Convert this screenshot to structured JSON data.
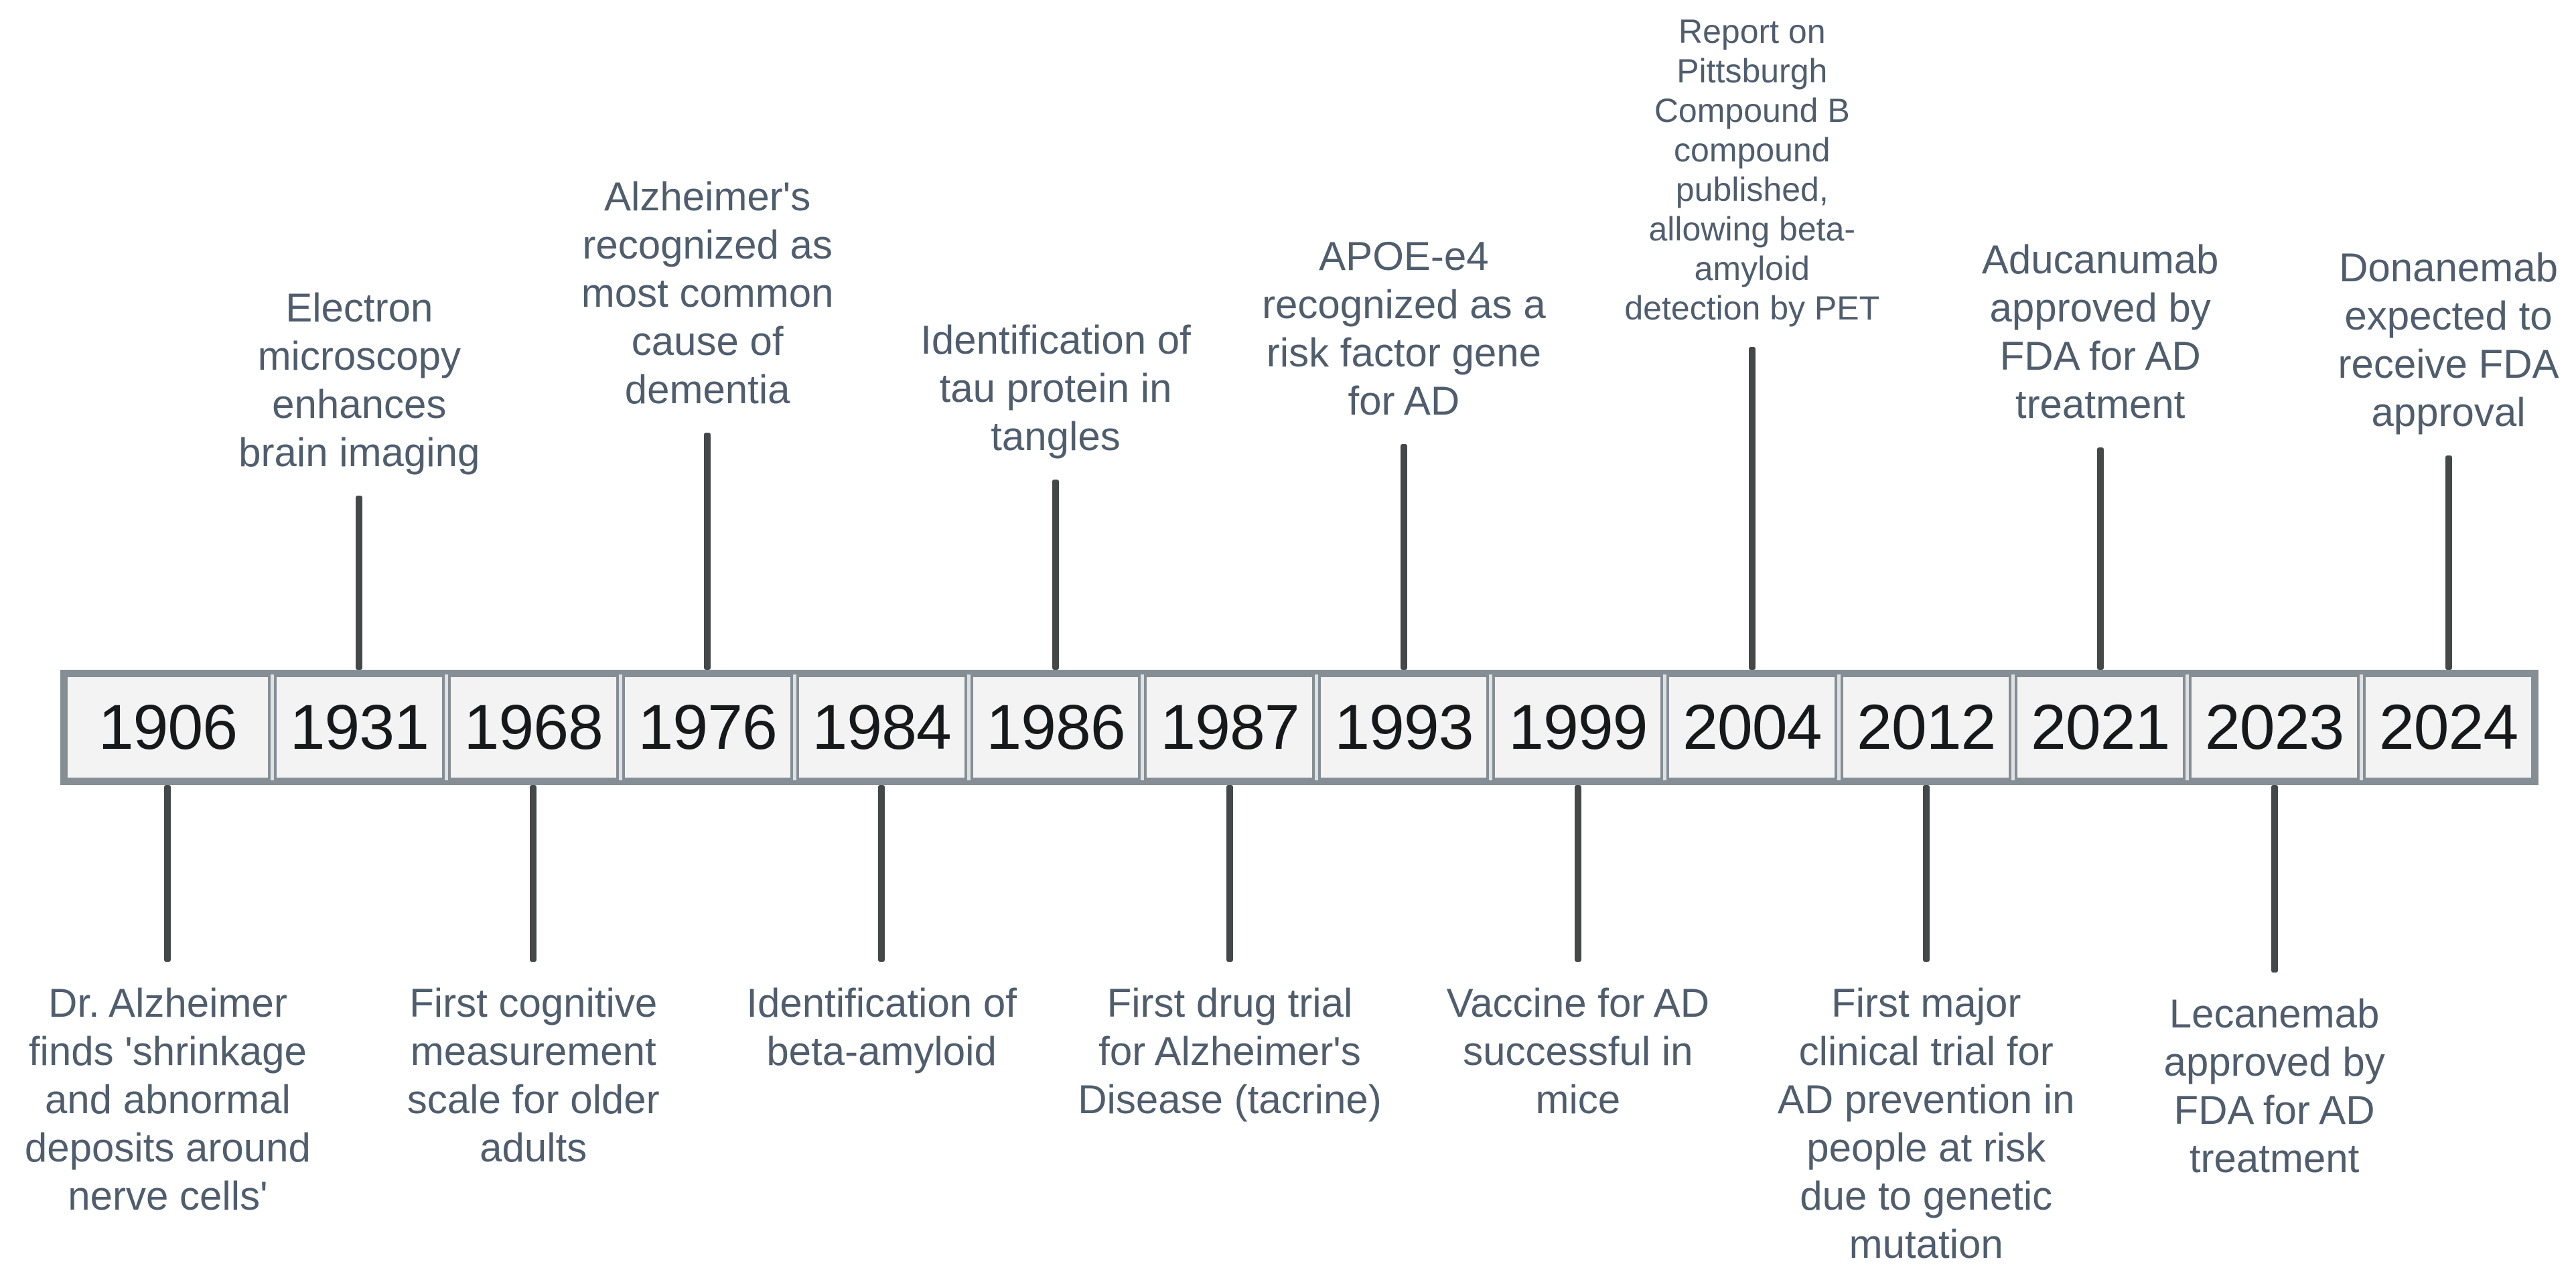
{
  "diagram": {
    "type": "timeline",
    "subject": "Alzheimer's disease research milestones",
    "colors": {
      "background": "#ffffff",
      "label_text": "#4f5d6d",
      "year_text": "#17181a",
      "box_fill": "#f3f3f4",
      "box_border": "#868e95",
      "connector_line": "#454849"
    },
    "events": [
      {
        "year": "1906",
        "side": "below",
        "label": "Dr. Alzheimer finds 'shrinkage and abnormal deposits around nerve cells'",
        "lines": [
          "Dr. Alzheimer",
          "finds 'shrinkage",
          "and abnormal",
          "deposits around",
          "nerve cells'"
        ]
      },
      {
        "year": "1931",
        "side": "above",
        "label": "Electron microscopy enhances brain imaging",
        "lines": [
          "Electron",
          "microscopy",
          "enhances",
          "brain imaging"
        ]
      },
      {
        "year": "1968",
        "side": "below",
        "label": "First cognitive measurement scale for older adults",
        "lines": [
          "First cognitive",
          "measurement",
          "scale for older",
          "adults"
        ]
      },
      {
        "year": "1976",
        "side": "above",
        "label": "Alzheimer's recognized as most common cause of dementia",
        "lines": [
          "Alzheimer's",
          "recognized as",
          "most common",
          "cause of",
          "dementia"
        ]
      },
      {
        "year": "1984",
        "side": "below",
        "label": "Identification of beta-amyloid",
        "lines": [
          "Identification of",
          "beta-amyloid"
        ]
      },
      {
        "year": "1986",
        "side": "above",
        "label": "Identification of tau protein in tangles",
        "lines": [
          "Identification of",
          "tau protein in",
          "tangles"
        ]
      },
      {
        "year": "1987",
        "side": "below",
        "label": "First drug trial for Alzheimer's Disease (tacrine)",
        "lines": [
          "First drug trial",
          "for Alzheimer's",
          "Disease (tacrine)"
        ]
      },
      {
        "year": "1993",
        "side": "above",
        "label": "APOE-e4 recognized as a risk factor gene for AD",
        "lines": [
          "APOE-e4",
          "recognized as a",
          "risk factor gene",
          "for AD"
        ]
      },
      {
        "year": "1999",
        "side": "below",
        "label": "Vaccine for AD successful in mice",
        "lines": [
          "Vaccine for AD",
          "successful in",
          "mice"
        ]
      },
      {
        "year": "2004",
        "side": "above",
        "label": "Report on Pittsburgh Compound B compound published, allowing beta-amyloid detection by PET",
        "lines": [
          "Report on",
          "Pittsburgh",
          "Compound B",
          "compound",
          "published,",
          "allowing beta-",
          "amyloid",
          "detection by PET"
        ]
      },
      {
        "year": "2012",
        "side": "below",
        "label": "First major clinical trial for AD prevention in people at risk due to genetic mutation",
        "lines": [
          "First major",
          "clinical trial for",
          "AD prevention in",
          "people at risk",
          "due to genetic",
          "mutation"
        ]
      },
      {
        "year": "2021",
        "side": "above",
        "label": "Aducanumab approved by FDA for AD treatment",
        "lines": [
          "Aducanumab",
          "approved by",
          "FDA for AD",
          "treatment"
        ]
      },
      {
        "year": "2023",
        "side": "below",
        "label": "Lecanemab approved by FDA for AD treatment",
        "lines": [
          "Lecanemab",
          "approved by",
          "FDA for AD",
          "treatment"
        ]
      },
      {
        "year": "2024",
        "side": "above",
        "label": "Donanemab expected to receive FDA approval",
        "lines": [
          "Donanemab",
          "expected to",
          "receive FDA",
          "approval"
        ]
      }
    ]
  }
}
